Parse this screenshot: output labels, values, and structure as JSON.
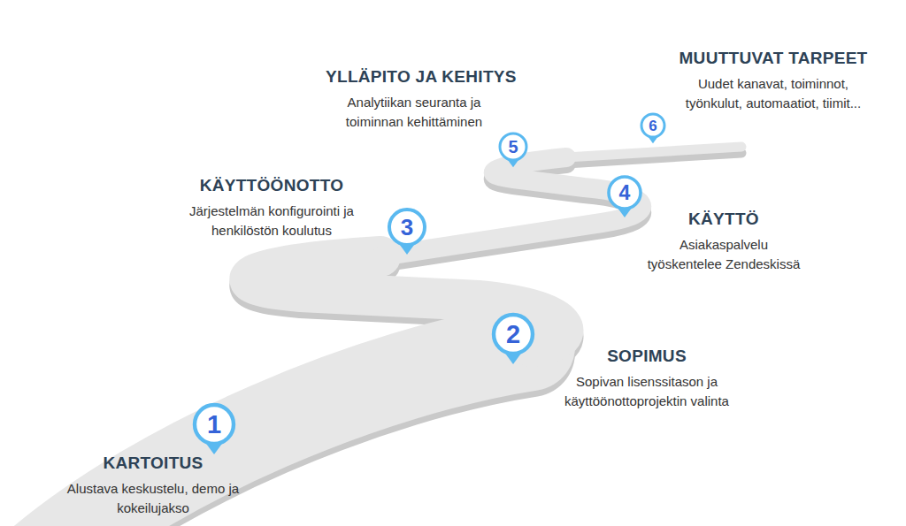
{
  "diagram": {
    "nodes": [
      {
        "text": [
          "KARTOITUS",
          "Alustava keskustelu, demo ja kokeilujakso"
        ]
      },
      {
        "text": [
          "SOPIMUS",
          "Sopivan lisenssitason ja käyttöönottoprojektin valinta"
        ]
      },
      {
        "text": [
          "KÄYTTÖÖNOTTO",
          "Järjestelmän konfigurointi ja henkilöstön koulutus"
        ]
      },
      {
        "text": [
          "KÄYTTÖ",
          "Asiakaspalvelu työskentelee Zendeskissä"
        ]
      },
      {
        "text": [
          "YLLÄPITO JA KEHITYS",
          "Analytiikan seuranta ja toiminnan kehittäminen"
        ]
      },
      {
        "text": [
          "MUUTTUVAT TARPEET",
          "Uudet kanavat, toiminnot, työnkulut, automaatiot, tiimit..."
        ]
      }
    ],
    "labels": [
      "1",
      "2",
      "3",
      "4",
      "5",
      "6"
    ]
  }
}
